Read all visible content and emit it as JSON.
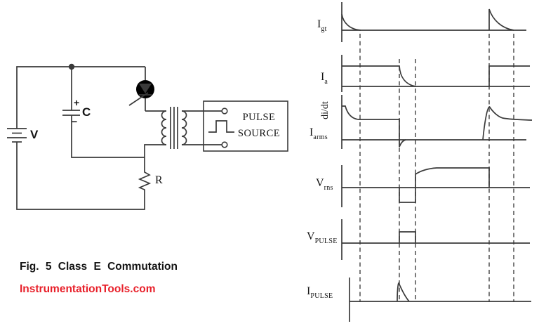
{
  "caption": {
    "text": "Fig. 5 Class E Commutation"
  },
  "watermark": {
    "text": "InstrumentationTools.com",
    "color": "#e8212b"
  },
  "colors": {
    "line": "#3a3a3a",
    "dashed": "#4f4f4f",
    "text": "#141414"
  },
  "circuit": {
    "battery_label": "V",
    "capacitor_label": "C",
    "capacitor_plus": "+",
    "capacitor_minus": "−",
    "resistor_label": "R",
    "pulse_source": {
      "line1": "PULSE",
      "line2": "SOURCE"
    }
  },
  "waveform_labels": {
    "igt": {
      "main": "I",
      "sub": "gt"
    },
    "ia": {
      "main": "I",
      "sub": "a"
    },
    "didt": {
      "main": "di/dt"
    },
    "iarms": {
      "main": "I",
      "sub": "arms"
    },
    "vrns": {
      "main": "V",
      "sub": "rns"
    },
    "vpulse": {
      "main": "V",
      "sub": "PULSE"
    },
    "ipulse": {
      "main": "I",
      "sub": "PULSE"
    }
  }
}
